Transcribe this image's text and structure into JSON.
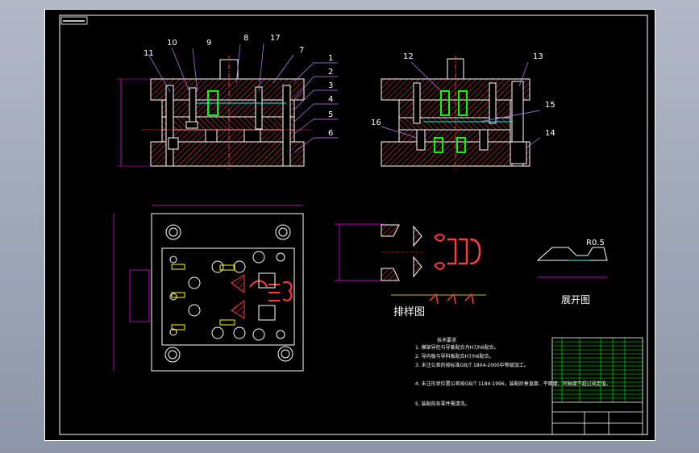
{
  "drawing": {
    "corner_stamp": "",
    "part_numbers": [
      "1",
      "2",
      "3",
      "4",
      "5",
      "6",
      "7",
      "8",
      "9",
      "10",
      "11",
      "12",
      "13",
      "14",
      "15",
      "16",
      "17"
    ],
    "layout_view_title": "排样图",
    "unfold_view_title": "展开图",
    "unfold_dimension": "R0.5",
    "unfold_length": "",
    "technical_requirements": {
      "title": "技术要求",
      "items": [
        "1. 模架导柱与导套配合为H7/h6配合。",
        "2. 导向板与导料板配合H7/h6配合。",
        "3. 未注公差的按标准GB/T 1804-2000中等级加工。",
        "4. 未注形状位置公差按GB/T 1184-1996，装配后垂直度、平面度、同轴度不超过规定值。",
        "5. 装配前各零件需清洗。"
      ]
    },
    "colors": {
      "frame": "#ffffff",
      "outline": "#ffffff",
      "hatch": "#ff3b3b",
      "centerline": "#ff3b3b",
      "dimension": "#ff00ff",
      "leader": "#c080ff",
      "spring": "#00ff00",
      "callout": "#00ff00",
      "accent_cyan": "#00ffff",
      "accent_yellow": "#ffff00"
    }
  }
}
